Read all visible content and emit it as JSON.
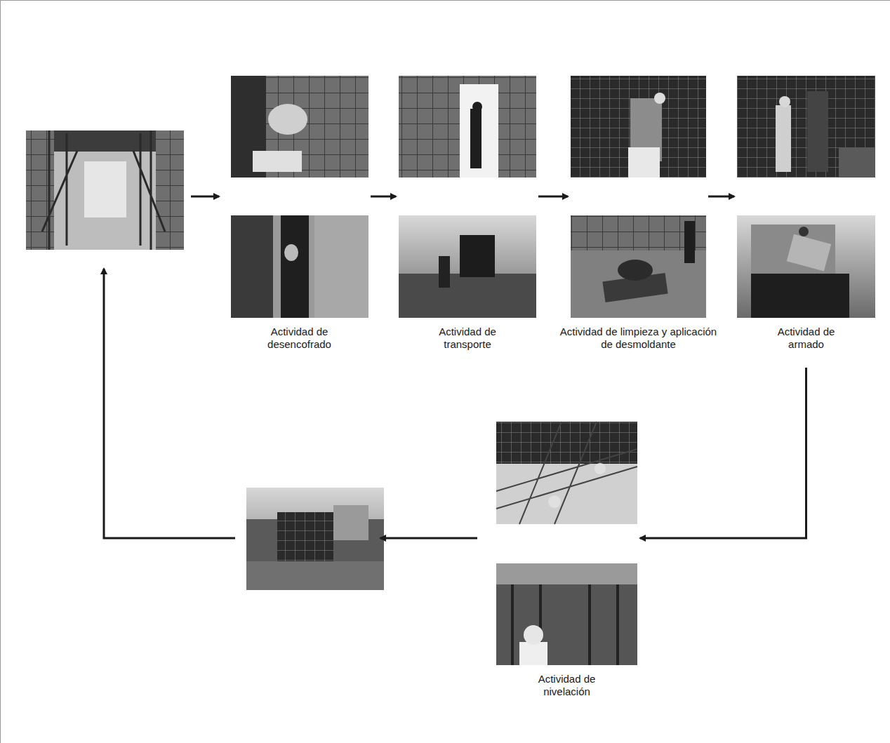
{
  "diagram": {
    "nodes": [
      {
        "text": [
          "Actividad de desencofrado"
        ]
      },
      {
        "text": [
          "Actividad de transporte"
        ]
      },
      {
        "text": [
          "Actividad de limpieza y aplicación de desmoldante"
        ]
      },
      {
        "text": [
          "Actividad de armado"
        ]
      },
      {
        "text": [
          "Actividad de nivelación"
        ]
      }
    ],
    "edges": [
      {
        "from": 0,
        "to": 1,
        "arrow": "to"
      },
      {
        "from": 1,
        "to": 2,
        "arrow": "to"
      },
      {
        "from": 2,
        "to": 3,
        "arrow": "to"
      },
      {
        "from": 3,
        "to": 4,
        "arrow": "to"
      }
    ]
  }
}
